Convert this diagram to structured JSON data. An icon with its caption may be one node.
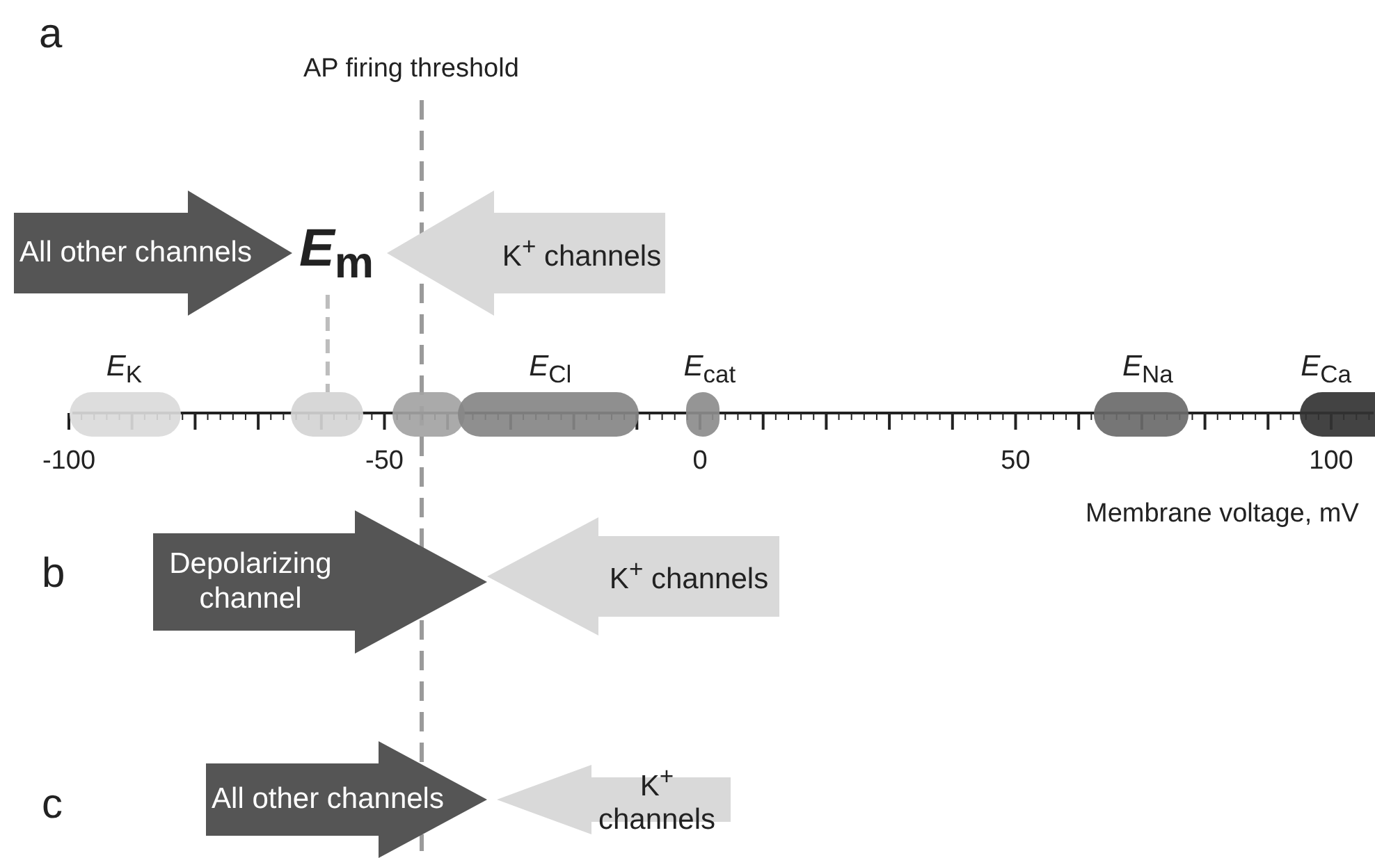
{
  "diagram": {
    "nodes": [
      {
        "text": [
          "All other channels"
        ]
      },
      {
        "text": [
          "*E*$_{m}$"
        ]
      },
      {
        "text": [
          "K$^{+}$ channels"
        ]
      },
      {
        "text": [
          "*E*$_{K}$"
        ]
      },
      {
        "text": [],
        "shape": "ellipse"
      },
      {
        "text": [],
        "shape": "ellipse"
      },
      {
        "text": [
          "*E*$_{Cl}$"
        ]
      },
      {
        "text": [
          "*E*$_{cat}$"
        ]
      },
      {
        "text": [
          "*E*$_{Na}$"
        ]
      },
      {
        "text": [
          "*E*$_{Ca}$"
        ]
      },
      {
        "text": [
          "Depolarizing channel"
        ]
      },
      {
        "text": [
          "K$^{+}$ channels"
        ]
      },
      {
        "text": [
          "All other channels"
        ]
      },
      {
        "text": [
          "K$^{+}$ channels"
        ]
      }
    ],
    "edges": [
      {
        "from": 1,
        "to": 4,
        "arrow": "none",
        "style": "dashed"
      }
    ],
    "labels": [
      "a",
      "AP firing threshold",
      "-100",
      "-50",
      "0",
      "50",
      "100",
      "Membrane voltage, mV",
      "b",
      "c"
    ]
  }
}
